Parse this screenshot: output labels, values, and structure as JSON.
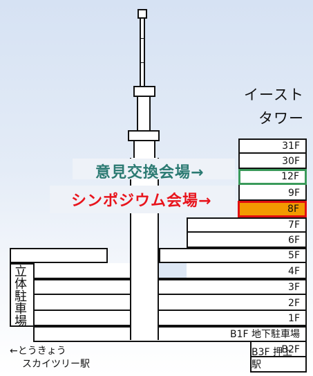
{
  "building": {
    "title_line1": "イースト",
    "title_line2": "タワー"
  },
  "floors": {
    "f31": "31F",
    "f30": "30F",
    "f12": "12F",
    "f9": "9F",
    "f8": "8F",
    "f7": "7F",
    "f6": "6F",
    "f5": "5F",
    "f4": "4F",
    "f3": "3F",
    "f2": "2F",
    "f1": "1F",
    "b1": "B1F 地下駐車場",
    "b2": "B2F",
    "b3": "B3F 押上駅"
  },
  "venues": {
    "opinion": "意見交換会場→",
    "symposium": "シンポジウム会場→"
  },
  "parking": {
    "chars": [
      "立",
      "体",
      "駐",
      "車",
      "場"
    ]
  },
  "station": {
    "line1": "←とうきょう",
    "line2": "スカイツリー駅"
  },
  "colors": {
    "opinion_text": "#2b7a72",
    "opinion_box": "#3a9a5a",
    "symposium_text": "#e8141c",
    "symposium_box_border": "#e01010",
    "symposium_box_fill": "#f39a00"
  }
}
